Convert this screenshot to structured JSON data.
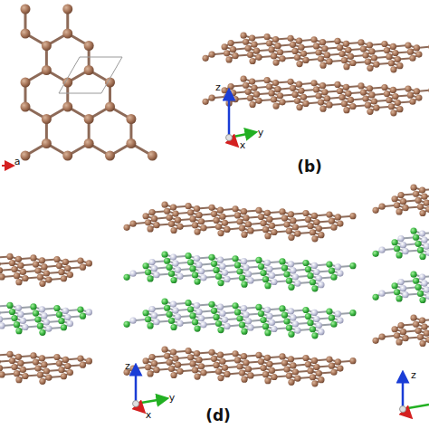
{
  "diagram": {
    "labels": [
      "a",
      "z",
      "y",
      "x",
      "(b)",
      "z",
      "y",
      "x",
      "(d)",
      "z"
    ]
  }
}
